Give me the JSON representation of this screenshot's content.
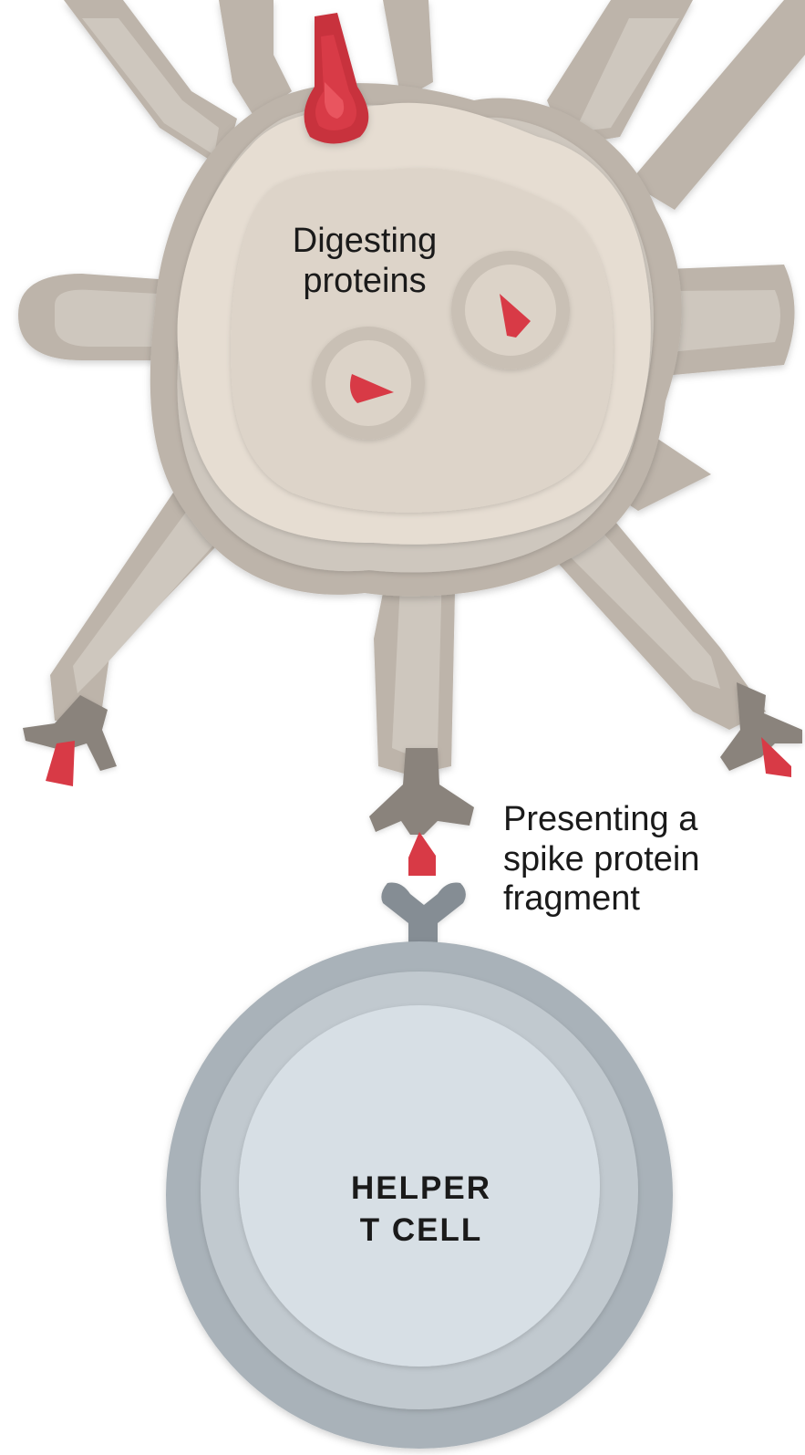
{
  "labels": {
    "digesting": [
      "Digesting",
      "proteins"
    ],
    "presenting": [
      "Presenting a",
      "spike protein",
      "fragment"
    ],
    "t_cell": [
      "HELPER",
      "T CELL"
    ]
  },
  "colors": {
    "dendritic_outer": "#bdb4aa",
    "dendritic_mid": "#cec7be",
    "dendritic_inner": "#ded6cb",
    "dendritic_core": "#e6ddd2",
    "receptor_brown": "#8a837c",
    "spike_red": "#d83a46",
    "t_cell_outer": "#a9b2b9",
    "t_cell_mid": "#c1c9cf",
    "t_cell_inner": "#d7dfe5",
    "t_receptor": "#858d94"
  },
  "icons": {
    "spike_protein": "spike-protein-icon",
    "fragment": "fragment-icon",
    "receptor": "receptor-icon"
  }
}
